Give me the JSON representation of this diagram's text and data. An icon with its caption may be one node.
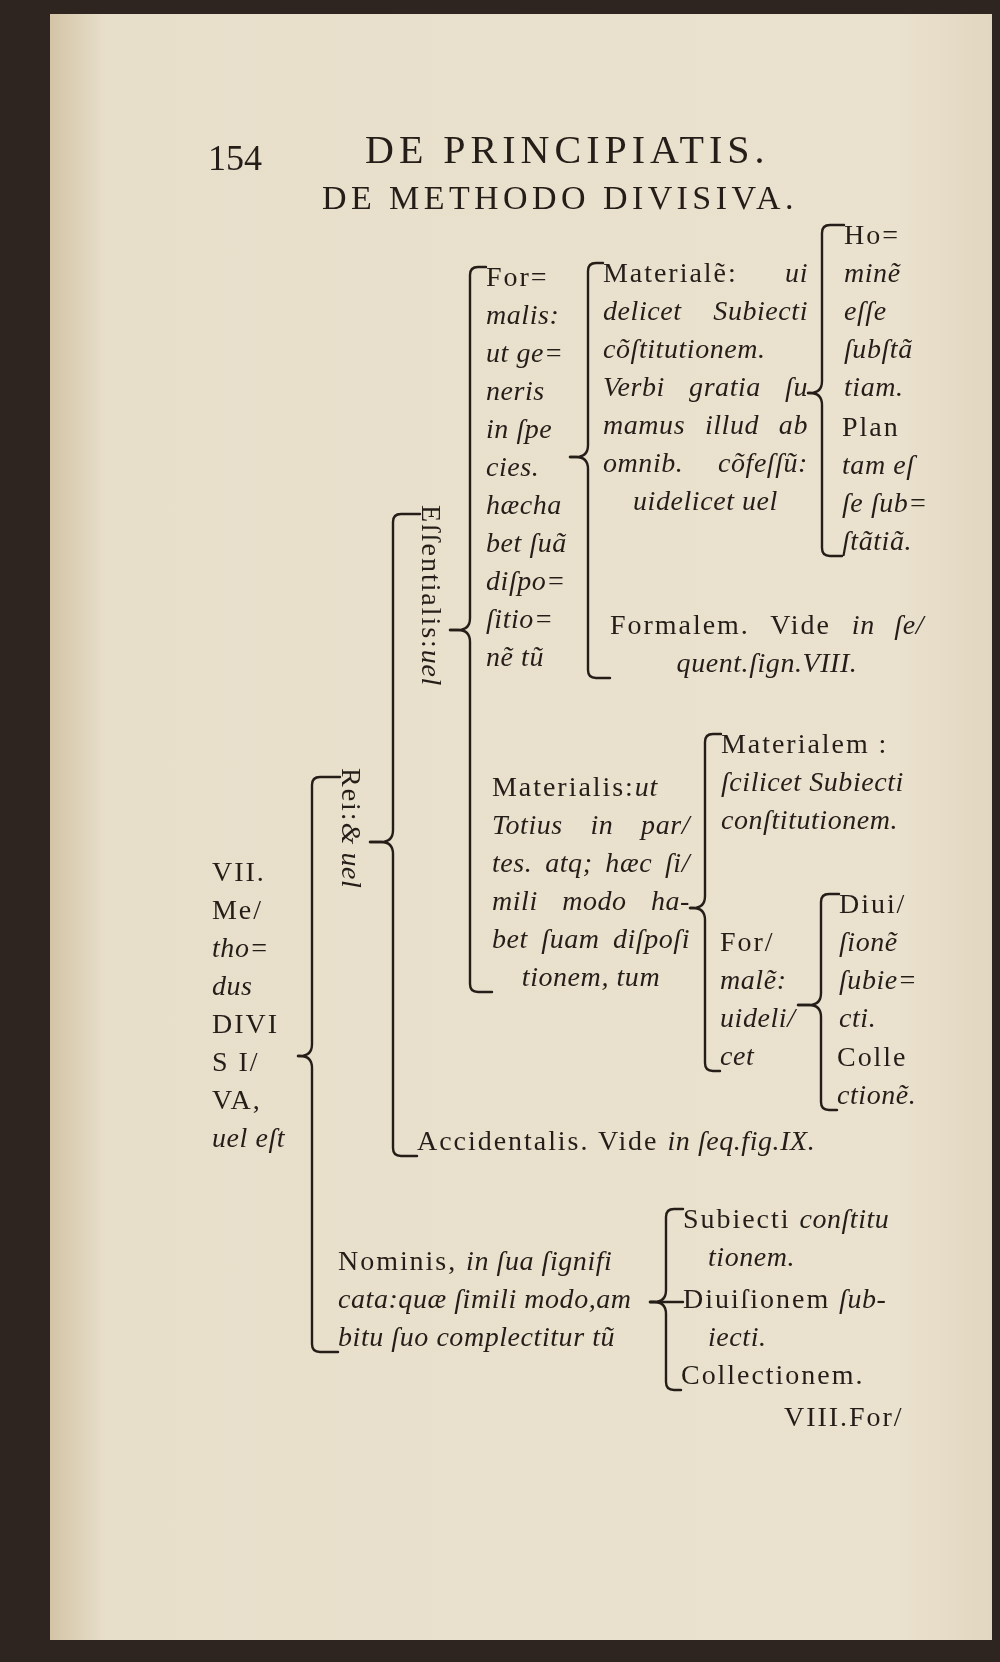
{
  "diagram": {
    "title": "DE METHODO DIVISIVA.",
    "nodes": [
      {
        "text": [
          "VII. Me/ *tho= dus* DIVI S I/ VA, *uel eſt*"
        ]
      },
      {
        "text": [
          "Rei:*& uel*"
        ]
      },
      {
        "text": [
          "Eſſentialis:*uel*"
        ]
      },
      {
        "text": [
          "For= *malis: ut ge= neris in ſpe cies. hæcha bet ſuã diſpo= ſitio= nẽ tũ*"
        ]
      },
      {
        "text": [
          "Materialẽ: *ui delicet Subiecti cõſtitutionem. Verbi gratia ſu mamus illud ab omnib. cõfeſſũ: uidelicet uel*"
        ]
      },
      {
        "text": [
          "Ho= *minẽ eſſe ſubſtã tiam.*"
        ]
      },
      {
        "text": [
          "Plan *tam eſ ſe ſub= ſtãtiã.*"
        ]
      },
      {
        "text": [
          "Formalem. Vide *in ſe/ quent.ſign.VIII.*"
        ]
      },
      {
        "text": [
          "Materialis:*ut Totius in par/ tes. atq; hæc ſi/ mili modo ha- bet ſuam diſpoſi tionem, tum*"
        ]
      },
      {
        "text": [
          "Materialem : *ſcilicet Subiecti conſtitutionem.*"
        ]
      },
      {
        "text": [
          "For/ *malẽ: uideli/ cet*"
        ]
      },
      {
        "text": [
          "Diui/ *ſionẽ ſubie= cti.*"
        ]
      },
      {
        "text": [
          "Colle *ctionẽ.*"
        ]
      },
      {
        "text": [
          "Accidentalis. Vide *in ſeq.fig.IX.*"
        ]
      },
      {
        "text": [
          "Nominis, *in ſua ſignifi cata:quæ ſimili modo,am bitu ſuo complectitur tũ*"
        ]
      },
      {
        "text": [
          "Subiecti *conſtitu tionem.*"
        ]
      },
      {
        "text": [
          "Diuiſionem *ſub- iecti.*"
        ]
      },
      {
        "text": [
          "Collectionem."
        ]
      }
    ],
    "edges": [
      {
        "from": 0,
        "to": 1,
        "arrow": "none"
      },
      {
        "from": 0,
        "to": 14,
        "arrow": "none"
      },
      {
        "from": 1,
        "to": 2,
        "arrow": "none"
      },
      {
        "from": 1,
        "to": 13,
        "arrow": "none"
      },
      {
        "from": 2,
        "to": 3,
        "arrow": "none"
      },
      {
        "from": 2,
        "to": 8,
        "arrow": "none"
      },
      {
        "from": 3,
        "to": 4,
        "arrow": "none"
      },
      {
        "from": 3,
        "to": 7,
        "arrow": "none"
      },
      {
        "from": 4,
        "to": 5,
        "arrow": "none"
      },
      {
        "from": 4,
        "to": 6,
        "arrow": "none"
      },
      {
        "from": 8,
        "to": 9,
        "arrow": "none"
      },
      {
        "from": 8,
        "to": 10,
        "arrow": "none"
      },
      {
        "from": 10,
        "to": 11,
        "arrow": "none"
      },
      {
        "from": 10,
        "to": 12,
        "arrow": "none"
      },
      {
        "from": 14,
        "to": 15,
        "arrow": "none"
      },
      {
        "from": 14,
        "to": 16,
        "arrow": "none"
      },
      {
        "from": 14,
        "to": 17,
        "arrow": "none"
      }
    ],
    "labels": [
      "154",
      "DE PRINCIPIATIS.",
      "VIII.For/"
    ]
  }
}
